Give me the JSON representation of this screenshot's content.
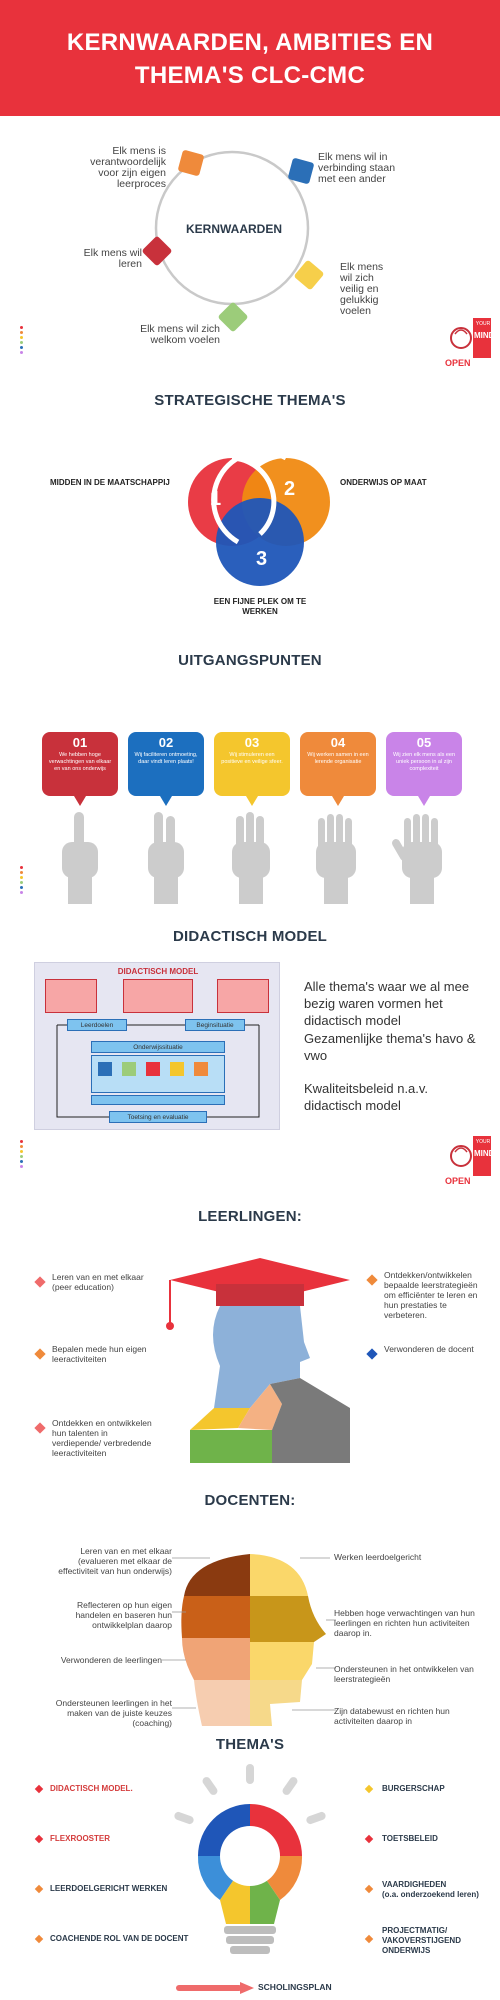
{
  "header": {
    "title_line1": "KERNWAARDEN, AMBITIES EN",
    "title_line2": "THEMA'S CLC-CMC"
  },
  "kernwaarden": {
    "center": "KERNWAARDEN",
    "items": [
      {
        "text": "Elk mens is verantwoordelijk voor zijn eigen leerproces",
        "color": "#ef8a3b"
      },
      {
        "text": "Elk mens wil in verbinding staan met een ander",
        "color": "#2b6fb7"
      },
      {
        "text": "Elk mens wil zich veilig en gelukkig voelen",
        "color": "#f6cf4a"
      },
      {
        "text": "Elk mens wil zich welkom voelen",
        "color": "#9ccc7a"
      },
      {
        "text": "Elk mens wil leren",
        "color": "#c8313b"
      }
    ]
  },
  "logo": {
    "line1": "OPEN",
    "line2": "YOUR",
    "line3": "MIND"
  },
  "strategisch": {
    "title": "STRATEGISCHE THEMA'S",
    "circles": [
      {
        "num": "1",
        "label": "MIDDEN IN DE MAATSCHAPPIJ",
        "color": "#e8323c"
      },
      {
        "num": "2",
        "label": "ONDERWIJS OP MAAT",
        "color": "#f08a12"
      },
      {
        "num": "3",
        "label": "EEN FIJNE PLEK OM TE WERKEN",
        "color": "#1f56b8"
      }
    ]
  },
  "uitgangspunten": {
    "title": "UITGANGSPUNTEN",
    "cards": [
      {
        "num": "01",
        "text": "We hebben hoge verwachtingen van elkaar en van ons onderwijs",
        "color": "#c8313b"
      },
      {
        "num": "02",
        "text": "Wij faciliteren ontmoeting, daar vindt leren plaats!",
        "color": "#1c6fbf"
      },
      {
        "num": "03",
        "text": "Wij stimuleren een positieve en veilige sfeer.",
        "color": "#f4c62d"
      },
      {
        "num": "04",
        "text": "Wij werken samen in een lerende organisatie",
        "color": "#ef8a3b"
      },
      {
        "num": "05",
        "text": "Wij zien elk mens als een uniek persoon in al zijn complexiteit",
        "color": "#c984e8"
      }
    ]
  },
  "didactisch": {
    "title": "DIDACTISCH MODEL",
    "image_title": "DIDACTISCH MODEL",
    "boxes": {
      "leerdoelen": "Leerdoelen",
      "beginsituatie": "Beginsituatie",
      "onderwijssituatie": "Onderwijssituatie",
      "toetsing": "Toetsing en evaluatie"
    },
    "statements": [
      "Alle thema's waar we al mee bezig waren vormen het didactisch model",
      "Gezamenlijke thema's havo & vwo",
      "Kwaliteitsbeleid n.a.v. didactisch model"
    ]
  },
  "leerlingen": {
    "title": "LEERLINGEN:",
    "left": [
      {
        "text": "Leren van en met elkaar (peer education)",
        "color": "#ef6b6b"
      },
      {
        "text": "Bepalen mede hun eigen leeractiviteiten",
        "color": "#ef8a3b"
      },
      {
        "text": "Ontdekken en ontwikkelen hun talenten in verdiepende/ verbredende leeractiviteiten",
        "color": "#ef6b6b"
      }
    ],
    "right": [
      {
        "text": "Ontdekken/ontwikkelen bepaalde leerstrategieën om efficiënter te leren en hun prestaties te verbeteren.",
        "color": "#ef8a3b"
      },
      {
        "text": "Verwonderen de docent",
        "color": "#1f56b8"
      }
    ]
  },
  "docenten": {
    "title": "DOCENTEN:",
    "left": [
      "Leren van en met elkaar (evalueren met elkaar de effectiviteit van hun onderwijs)",
      "Reflecteren op hun eigen handelen en baseren hun ontwikkelplan daarop",
      "Verwonderen de leerlingen",
      "Ondersteunen leerlingen in het maken van de juiste keuzes (coaching)"
    ],
    "right": [
      "Werken leerdoelgericht",
      "Hebben hoge verwachtingen van hun leerlingen en richten hun activiteiten daarop in.",
      "Ondersteunen in het ontwikkelen van leerstrategieën",
      "Zijn databewust en richten hun activiteiten daarop in"
    ]
  },
  "themas": {
    "title": "THEMA'S",
    "left": [
      {
        "text": "DIDACTISCH MODEL.",
        "color": "#e8323c"
      },
      {
        "text": "FLEXROOSTER",
        "color": "#e8323c"
      },
      {
        "text": "LEERDOELGERICHT  WERKEN",
        "color": "#ef8a3b"
      },
      {
        "text": "COACHENDE  ROL VAN DE DOCENT",
        "color": "#ef8a3b"
      }
    ],
    "right": [
      {
        "text": "BURGERSCHAP",
        "color": "#f4c62d"
      },
      {
        "text": "TOETSBELEID",
        "color": "#e8323c"
      },
      {
        "text": "VAARDIGHEDEN",
        "sub": "(o.a. onderzoekend  leren)",
        "color": "#ef8a3b"
      },
      {
        "text": "PROJECTMATIG/ VAKOVERSTIJGEND ONDERWIJS",
        "color": "#ef8a3b"
      }
    ],
    "footer": "SCHOLINGSPLAN"
  }
}
